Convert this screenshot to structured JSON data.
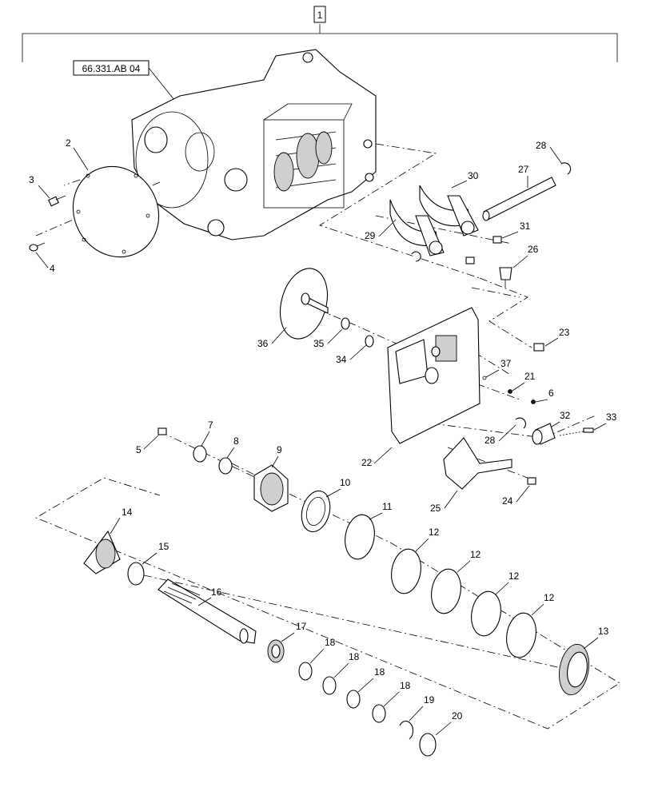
{
  "diagram": {
    "assembly_callout": "1",
    "reference_callout": "66.331.AB 04",
    "callouts": [
      "2",
      "3",
      "4",
      "5",
      "6",
      "7",
      "8",
      "9",
      "10",
      "11",
      "12",
      "12",
      "12",
      "12",
      "13",
      "14",
      "15",
      "16",
      "17",
      "18",
      "18",
      "18",
      "18",
      "19",
      "20",
      "21",
      "22",
      "23",
      "24",
      "25",
      "26",
      "27",
      "28",
      "28",
      "29",
      "30",
      "31",
      "32",
      "33",
      "34",
      "35",
      "36",
      "37"
    ]
  }
}
